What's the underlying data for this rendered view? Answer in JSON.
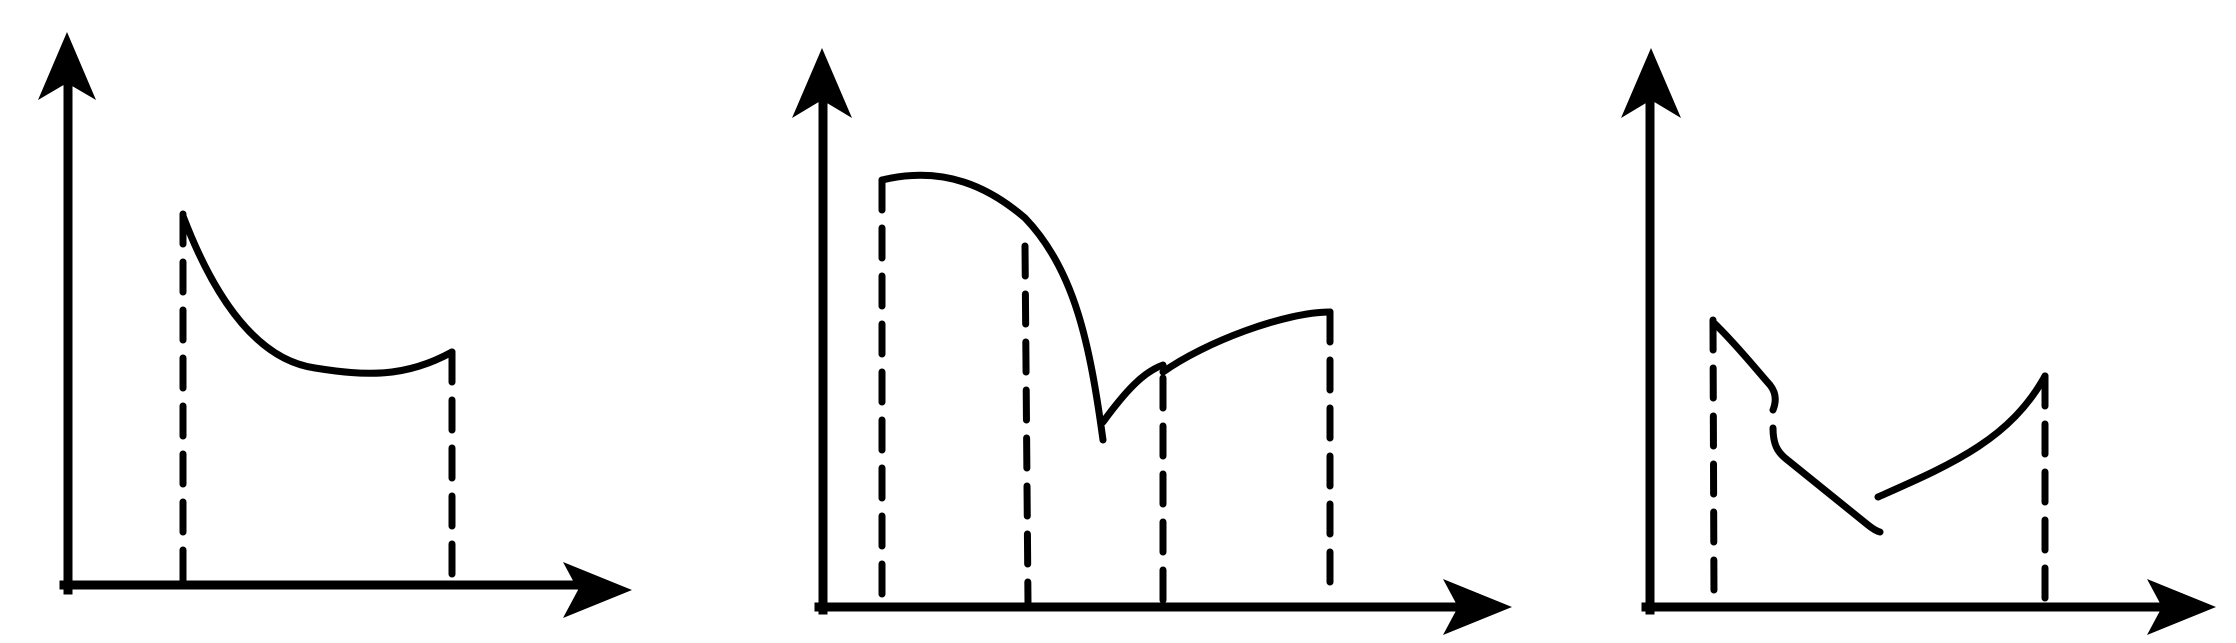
{
  "figure": {
    "description_free": true,
    "panel_count": 3,
    "line_color": "#000000",
    "background_color": "#ffffff",
    "panels": [
      {
        "id": "panel-1",
        "curve_kind": "decreasing-then-rising",
        "dashed_guides": 2
      },
      {
        "id": "panel-2",
        "curve_kind": "piecewise-with-cusp",
        "dashed_guides": 4
      },
      {
        "id": "panel-3",
        "curve_kind": "piecewise-discontinuous",
        "dashed_guides": 2
      }
    ]
  }
}
